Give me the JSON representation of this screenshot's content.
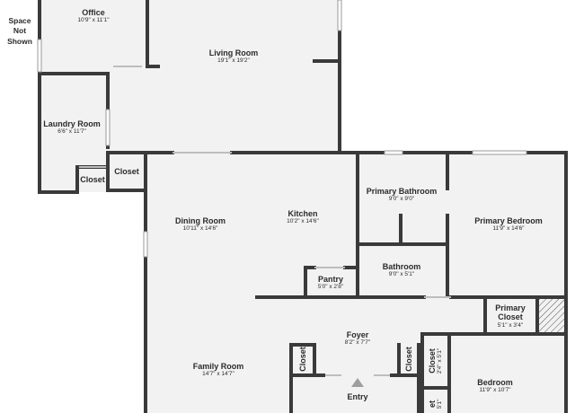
{
  "rooms": {
    "office": {
      "name": "Office",
      "dims": "10'9\" x 11'1\""
    },
    "living_room": {
      "name": "Living Room",
      "dims": "19'1\" x 19'2\""
    },
    "laundry_room": {
      "name": "Laundry Room",
      "dims": "6'6\" x 11'7\""
    },
    "closet_laundry": {
      "name": "Closet"
    },
    "closet_hall": {
      "name": "Closet"
    },
    "dining_room": {
      "name": "Dining Room",
      "dims": "10'11\" x 14'6\""
    },
    "kitchen": {
      "name": "Kitchen",
      "dims": "10'2\" x 14'6\""
    },
    "primary_bathroom": {
      "name": "Primary Bathroom",
      "dims": "9'0\" x 9'0\""
    },
    "primary_bedroom": {
      "name": "Primary Bedroom",
      "dims": "11'9\" x 14'6\""
    },
    "pantry": {
      "name": "Pantry",
      "dims": "5'0\" x 2'8\""
    },
    "bathroom": {
      "name": "Bathroom",
      "dims": "9'0\" x 5'1\""
    },
    "primary_closet": {
      "name": "Primary Closet",
      "dims": "5'1\" x 3'4\""
    },
    "foyer": {
      "name": "Foyer",
      "dims": "8'2\" x 7'7\""
    },
    "family_room": {
      "name": "Family Room",
      "dims": "14'7\" x 14'7\""
    },
    "closet_foyer_left": {
      "name": "Closet"
    },
    "closet_foyer_right": {
      "name": "Closet"
    },
    "closet_bedroom": {
      "name": "Closet",
      "dims": "2'4\" x 5'1\""
    },
    "bedroom": {
      "name": "Bedroom",
      "dims": "11'9\" x 10'7\""
    },
    "entry": {
      "name": "Entry"
    },
    "cut_off_label": {
      "text": "et",
      "dims": "5'1\""
    }
  },
  "notes": {
    "space_not_shown": "Space Not Shown"
  }
}
